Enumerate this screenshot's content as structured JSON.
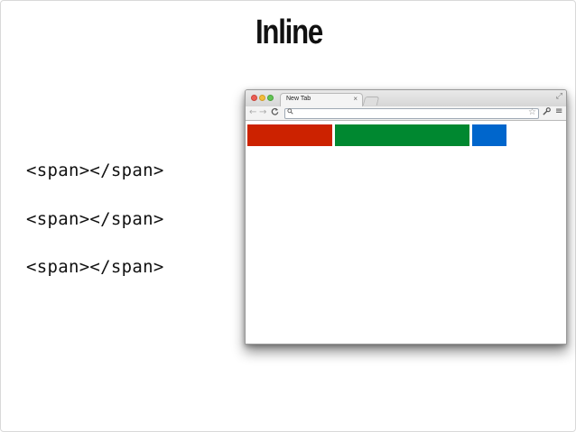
{
  "slide": {
    "title": "Inline",
    "code_lines": [
      "<span></span>",
      "<span></span>",
      "<span></span>"
    ]
  },
  "browser": {
    "tab_label": "New Tab",
    "tab_close": "×",
    "icons": {
      "back": "←",
      "forward": "→",
      "reload": "C",
      "search": "⚲",
      "star": "☆",
      "wrench": "🔧",
      "menu": "≡",
      "fullscreen": "⤢"
    },
    "address_value": ""
  },
  "inline_spans": [
    {
      "name": "red-span",
      "color": "#cc2200"
    },
    {
      "name": "green-span",
      "color": "#008830"
    },
    {
      "name": "blue-span",
      "color": "#0066cc"
    }
  ]
}
